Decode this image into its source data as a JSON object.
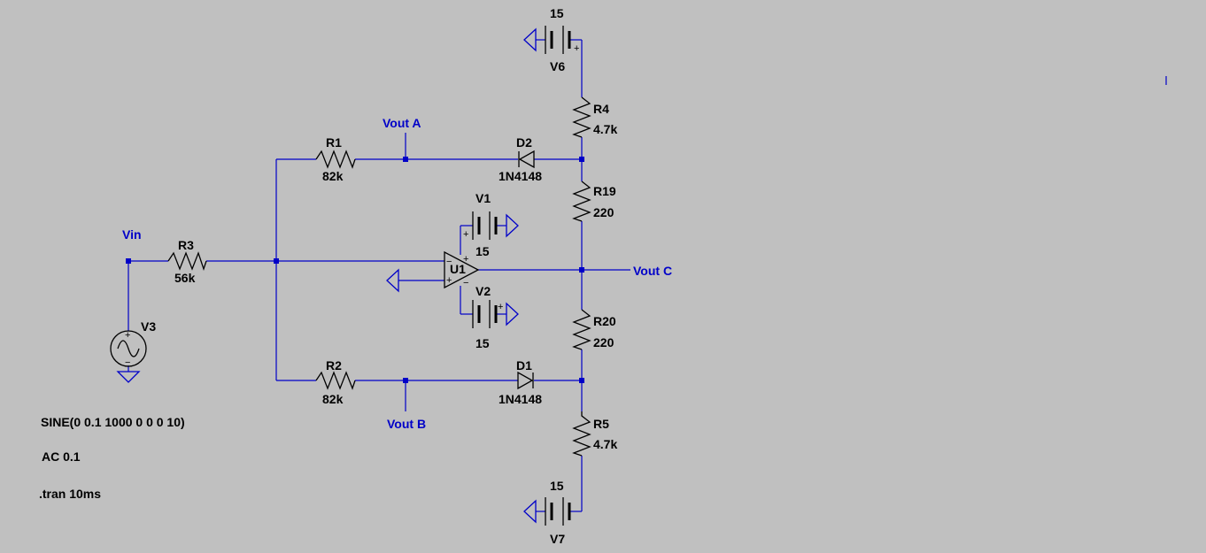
{
  "components": {
    "R1": {
      "name": "R1",
      "value": "82k"
    },
    "R2": {
      "name": "R2",
      "value": "82k"
    },
    "R3": {
      "name": "R3",
      "value": "56k"
    },
    "R4": {
      "name": "R4",
      "value": "4.7k"
    },
    "R5": {
      "name": "R5",
      "value": "4.7k"
    },
    "R19": {
      "name": "R19",
      "value": "220"
    },
    "R20": {
      "name": "R20",
      "value": "220"
    },
    "D1": {
      "name": "D1",
      "value": "1N4148"
    },
    "D2": {
      "name": "D2",
      "value": "1N4148"
    },
    "U1": {
      "name": "U1"
    },
    "V1": {
      "name": "V1",
      "value": "15"
    },
    "V2": {
      "name": "V2",
      "value": "15"
    },
    "V3": {
      "name": "V3"
    },
    "V6": {
      "name": "V6",
      "value": "15"
    },
    "V7": {
      "name": "V7",
      "value": "15"
    }
  },
  "nets": {
    "vin": "Vin",
    "vout_a": "Vout A",
    "vout_b": "Vout B",
    "vout_c": "Vout C"
  },
  "directives": {
    "sine": "SINE(0 0.1 1000 0 0 0 10)",
    "ac": "AC 0.1",
    "tran": ".tran 10ms"
  },
  "symbols": {
    "plus": "+",
    "minus": "−"
  },
  "colors": {
    "background": "#c0c0c0",
    "wire": "#0000c8",
    "component": "#000000"
  }
}
